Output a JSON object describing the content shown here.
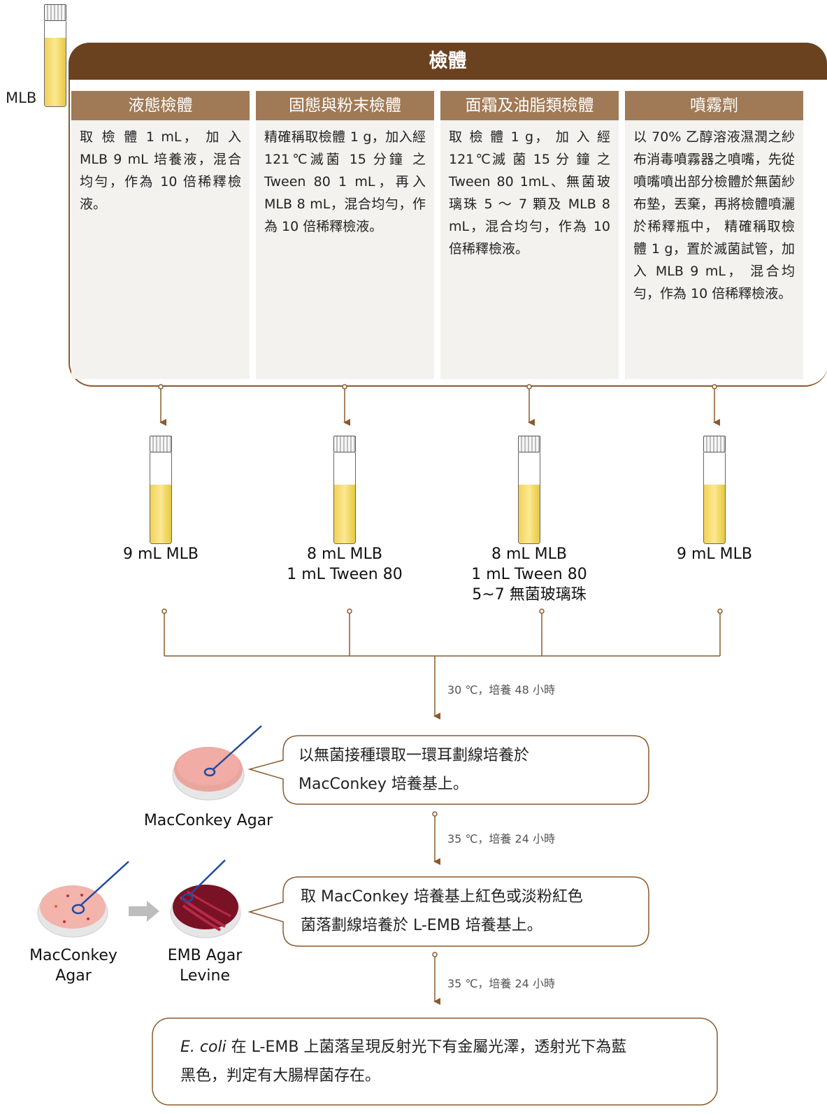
{
  "header": {
    "title": "檢體"
  },
  "side_tube_label": "MLB",
  "columns": [
    {
      "head": "液態檢體",
      "body": "取 檢 體 1 mL， 加 入 MLB 9 mL 培養液，混合均勻，作為 10 倍稀釋檢液。"
    },
    {
      "head": "固態與粉末檢體",
      "body": "精確稱取檢體 1 g，加入經 121℃滅菌 15 分鐘 之 Tween 80 1 mL，再入 MLB 8 mL，混合均勻，作為 10 倍稀釋檢液。"
    },
    {
      "head": "面霜及油脂類檢體",
      "body": "取 檢 體 1 g， 加 入 經 121℃滅 菌 15 分 鐘 之 Tween 80 1mL、無菌玻璃珠 5 ～ 7 顆及 MLB 8 mL，混合均勻，作為 10 倍稀釋檢液。"
    },
    {
      "head": "噴霧劑",
      "body": "以 70% 乙醇溶液濕潤之紗布消毒噴霧器之噴嘴，先從噴嘴噴出部分檢體於無菌紗布墊，丟棄，再將檢體噴灑於稀釋瓶中， 精確稱取檢體 1 g，置於滅菌試管，加入 MLB 9 mL， 混合均勻，作為 10 倍稀釋檢液。"
    }
  ],
  "tube_labels": [
    {
      "l1": "9 mL MLB",
      "l2": "",
      "l3": ""
    },
    {
      "l1": "8 mL MLB",
      "l2": "1 mL Tween 80",
      "l3": ""
    },
    {
      "l1": "8 mL MLB",
      "l2": "1 mL Tween 80",
      "l3": "5~7 無菌玻璃珠"
    },
    {
      "l1": "9 mL MLB",
      "l2": "",
      "l3": ""
    }
  ],
  "steps": {
    "s1": "30 ℃，培養 48 小時",
    "s2": "35 ℃，培養 24 小時",
    "s3": "35 ℃，培養 24 小時"
  },
  "bubbles": {
    "b1_l1": "以無菌接種環取一環耳劃線培養於",
    "b1_l2": "MacConkey 培養基上。",
    "b2_l1": "取 MacConkey 培養基上紅色或淡粉紅色",
    "b2_l2": "菌落劃線培養於 L-EMB 培養基上。",
    "b3_italic": "E. coli",
    "b3_l1": " 在 L-EMB 上菌落呈現反射光下有金屬光澤，透射光下為藍",
    "b3_l2": "黑色，判定有大腸桿菌存在。"
  },
  "plates": {
    "mac1": "MacConkey Agar",
    "mac2_l1": "MacConkey",
    "mac2_l2": "Agar",
    "emb_l1": "EMB Agar",
    "emb_l2": "Levine"
  },
  "colors": {
    "dark_brown": "#6b4220",
    "header_brown": "#a07a56",
    "arrow_brown": "#8a5a2b",
    "mlb_yellow": "#f5d969"
  }
}
